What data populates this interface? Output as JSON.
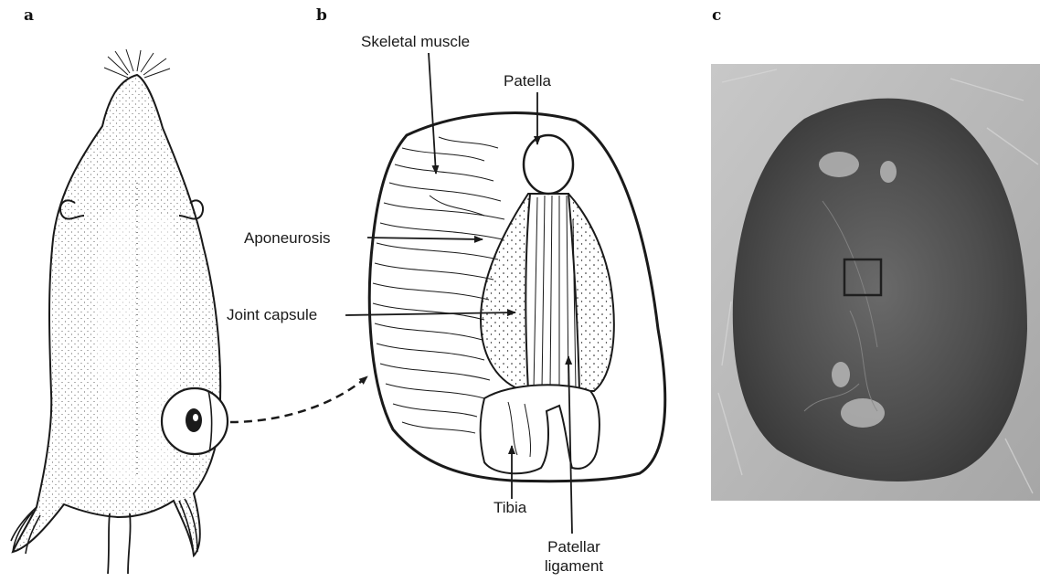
{
  "panels": {
    "a": "a",
    "b": "b",
    "c": "c"
  },
  "labels": {
    "skeletal_muscle": "Skeletal muscle",
    "patella": "Patella",
    "aponeurosis": "Aponeurosis",
    "joint_capsule": "Joint capsule",
    "tibia": "Tibia",
    "patellar_ligament_line1": "Patellar",
    "patellar_ligament_line2": "ligament"
  },
  "colors": {
    "ink": "#1a1a1a",
    "photo_background": "#b9b9b9",
    "photo_wound": "#4a4a4a"
  }
}
